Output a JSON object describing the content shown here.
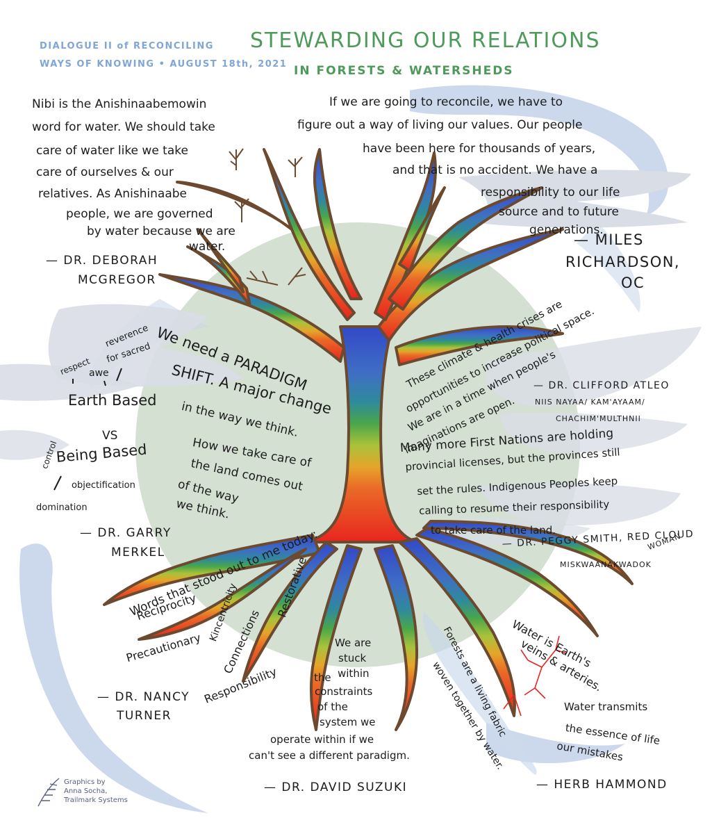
{
  "header": {
    "series_line1": "DIALOGUE II of RECONCILING",
    "series_line2": "WAYS OF KNOWING • AUGUST 18th, 2021",
    "title": "STEWARDING OUR RELATIONS",
    "subtitle": "IN FORESTS & WATERSHEDS"
  },
  "quotes": {
    "mcgregor": {
      "lines": [
        "Nibi is the Anishinaabemowin",
        "word for water. We should take",
        "care of water like we take",
        "care of ourselves & our",
        "relatives. As Anishinaabe",
        "people, we are governed",
        "by water because we are",
        "water."
      ],
      "attribution_line1": "— DR. DEBORAH",
      "attribution_line2": "MCGREGOR"
    },
    "richardson": {
      "lines": [
        "If we are going to reconcile, we have to",
        "figure out a way of living our values. Our people",
        "have been here for thousands of years,",
        "and that is no accident. We have a",
        "responsibility to our life",
        "source and to future",
        "generations."
      ],
      "attribution_line1": "— MILES",
      "attribution_line2": "RICHARDSON,",
      "attribution_line3": "OC"
    },
    "merkel": {
      "lines": [
        "We need a PARADIGM",
        "SHIFT. A major change",
        "in the way we think.",
        "How we take care of",
        "the land comes out",
        "of the way",
        "we think."
      ],
      "diagram": {
        "reverence": "reverence",
        "for_sacred": "for sacred",
        "respect": "respect",
        "awe": "awe",
        "earth_based": "Earth Based",
        "vs": "VS",
        "control": "control",
        "being_based": "Being Based",
        "objectification": "objectification",
        "domination": "domination"
      },
      "attribution_line1": "— DR. GARRY",
      "attribution_line2": "MERKEL"
    },
    "atleo": {
      "lines": [
        "These climate & health crises are",
        "opportunities to increase political space.",
        "We are in a time when people's",
        "imaginations are open."
      ],
      "attribution_line1": "— DR. CLIFFORD ATLEO",
      "attribution_line2": "NIIS NAYAA/ KAM'AYAAM/",
      "attribution_line3": "CHACHIM'MULTHNII"
    },
    "smith": {
      "lines": [
        "Many more First Nations are holding",
        "provincial licenses, but the provinces still",
        "set the rules. Indigenous Peoples keep",
        "calling to resume their responsibility",
        "to take care of the land."
      ],
      "attribution_line1": "— DR. PEGGY SMITH, RED CLOUD",
      "attribution_line2": "WOMAN",
      "attribution_line3": "MISKWAANAKWADOK"
    },
    "turner": {
      "intro": "Words that stood out to me today:",
      "words": [
        "Reciprocity",
        "Precautionary",
        "Kincentricity",
        "Connections",
        "Restorative",
        "Responsibility"
      ],
      "attribution_line1": "— DR. NANCY",
      "attribution_line2": "TURNER"
    },
    "suzuki": {
      "lines": [
        "We are",
        "stuck",
        "within",
        "the",
        "constraints",
        "of the",
        "system we",
        "operate within if we",
        "can't see a different paradigm."
      ],
      "attribution": "— DR. DAVID SUZUKI"
    },
    "hammond": {
      "forests": [
        "Forests are a living fabric",
        "woven together by water."
      ],
      "water_veins": [
        "Water is Earth's",
        "veins & arteries."
      ],
      "water_transmits": [
        "Water transmits",
        "the essence of life",
        "our mistakes"
      ],
      "attribution": "— HERB HAMMOND"
    }
  },
  "credit": {
    "line1": "Graphics by",
    "line2": "Anna Socha,",
    "line3": "Trailmark Systems"
  },
  "colors": {
    "title_green": "#4e9a5a",
    "header_blue": "#7fa6d6",
    "circle_green": "#d3e0d2",
    "swoosh_blue": "#c7d5ea",
    "cloud_grey": "#d9dde5",
    "trunk_outline": "#6b4a2f",
    "canopy_blue": "#3b55c8",
    "roots_red": "#e8372c"
  }
}
